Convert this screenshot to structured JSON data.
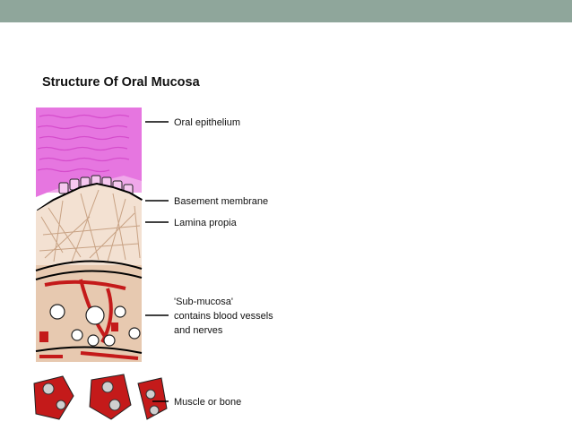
{
  "slide": {
    "title": "Structure Of Oral Mucosa"
  },
  "diagram": {
    "labels": {
      "oral_epithelium": "Oral epithelium",
      "basement_membrane": "Basement membrane",
      "lamina_propria": "Lamina propia",
      "submucosa_line1": "'Sub-mucosa'",
      "submucosa_line2": "contains blood vessels",
      "submucosa_line3": "and nerves",
      "muscle_or_bone": "Muscle or bone"
    }
  },
  "colors": {
    "top_bar": "#8fa69b",
    "epithelium": "#e676e0",
    "lamina": "#d8b49a",
    "blood_vessel": "#c41a1a"
  }
}
